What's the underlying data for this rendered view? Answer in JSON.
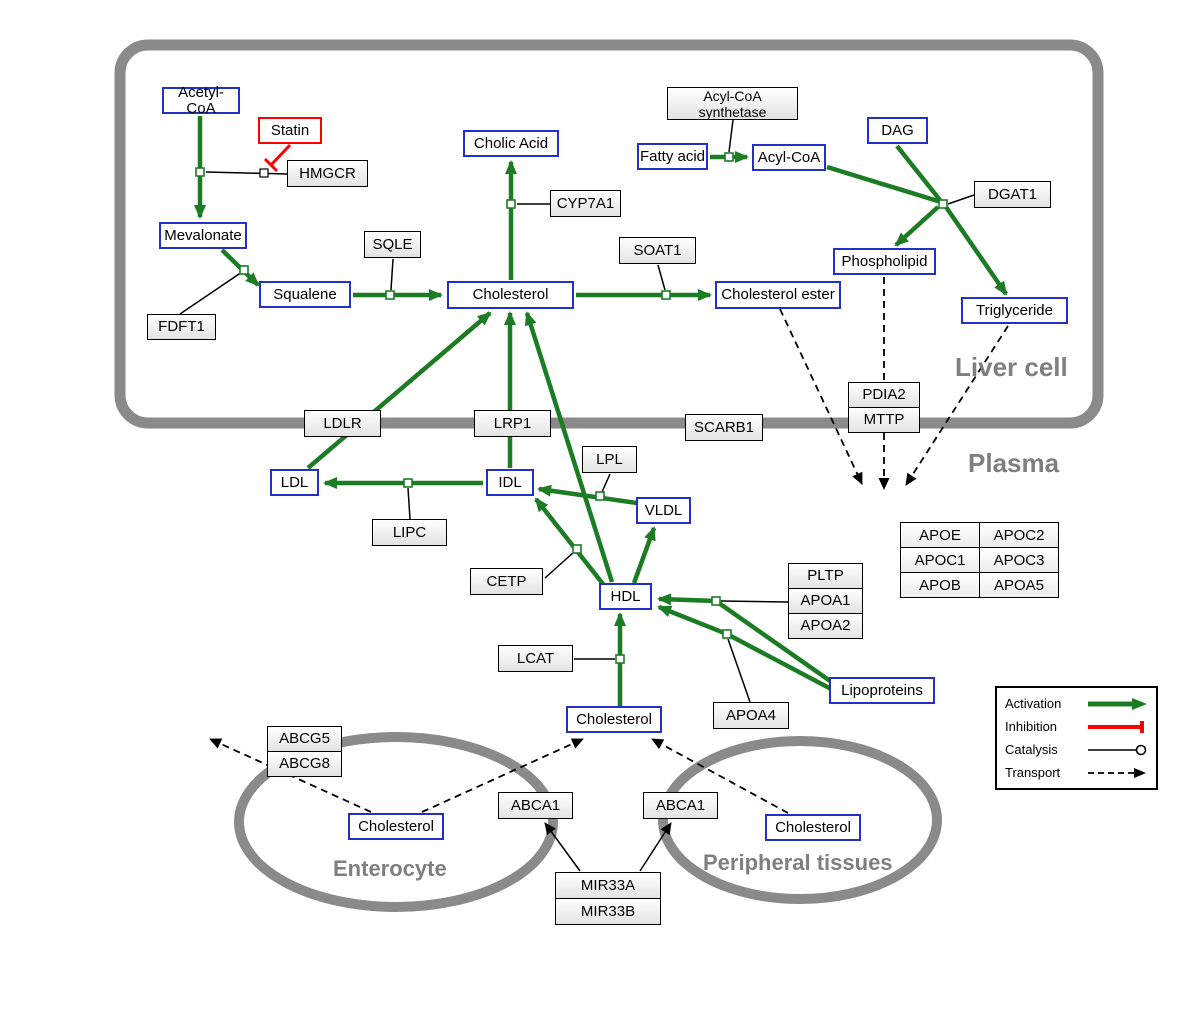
{
  "regions": {
    "liver": "Liver cell",
    "plasma": "Plasma",
    "enterocyte": "Enterocyte",
    "peripheral": "Peripheral tissues"
  },
  "nodes": {
    "acetyl_coa": "Acetyl-CoA",
    "statin": "Statin",
    "hmgcr": "HMGCR",
    "mevalonate": "Mevalonate",
    "fdft1": "FDFT1",
    "squalene": "Squalene",
    "sqle": "SQLE",
    "cholic_acid": "Cholic Acid",
    "cyp7a1": "CYP7A1",
    "cholesterol_liver": "Cholesterol",
    "soat1": "SOAT1",
    "cholesterol_ester": "Cholesterol ester",
    "acyl_coa_synthetase": "Acyl-CoA synthetase",
    "fatty_acid": "Fatty acid",
    "acyl_coa": "Acyl-CoA",
    "dag": "DAG",
    "dgat1": "DGAT1",
    "phospholipid": "Phospholipid",
    "triglyceride": "Triglyceride",
    "ldlr": "LDLR",
    "lrp1": "LRP1",
    "scarb1": "SCARB1",
    "pdia2": "PDIA2",
    "mttp": "MTTP",
    "ldl": "LDL",
    "idl": "IDL",
    "lipc": "LIPC",
    "lpl": "LPL",
    "vldl": "VLDL",
    "cetp": "CETP",
    "hdl": "HDL",
    "pltp": "PLTP",
    "apoa1": "APOA1",
    "apoa2": "APOA2",
    "lcat": "LCAT",
    "apoa4": "APOA4",
    "lipoproteins": "Lipoproteins",
    "cholesterol_plasma": "Cholesterol",
    "abcg5": "ABCG5",
    "abcg8": "ABCG8",
    "cholesterol_enterocyte": "Cholesterol",
    "abca1_left": "ABCA1",
    "abca1_right": "ABCA1",
    "cholesterol_peripheral": "Cholesterol",
    "mir33a": "MIR33A",
    "mir33b": "MIR33B"
  },
  "apo_table": {
    "rows": [
      [
        "APOE",
        "APOC2"
      ],
      [
        "APOC1",
        "APOC3"
      ],
      [
        "APOB",
        "APOA5"
      ]
    ]
  },
  "legend": {
    "items": [
      {
        "label": "Activation"
      },
      {
        "label": "Inhibition"
      },
      {
        "label": "Catalysis"
      },
      {
        "label": "Transport"
      }
    ]
  },
  "colors": {
    "activation_green": "#1c7c24",
    "inhibition_red": "#ff0000",
    "metabolite_blue": "#2030c8",
    "container_grey": "#8a8a8a"
  }
}
